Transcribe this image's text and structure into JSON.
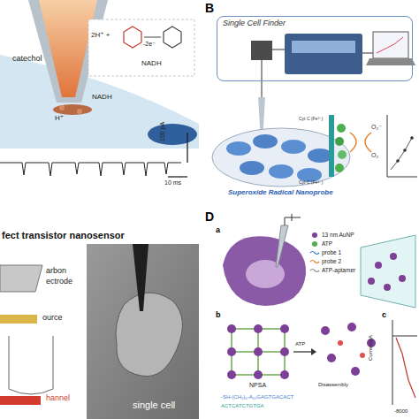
{
  "diagram": {
    "nodes": [
      {
        "text": [
          "Single Cell Finder"
        ]
      }
    ],
    "labels": [
      "catechol",
      "2H⁺ +",
      "-2e⁻",
      "NADH",
      "H⁺",
      "NADH",
      "100 pA",
      "10 ms",
      "B",
      "Superoxide Radical Nanoprobe",
      "Cyt C (Fe³⁺)",
      "Cyt C (Fe²⁺)",
      "O₂⁻",
      "O₂",
      "fect transistor nanosensor",
      "arbon",
      "ectrode",
      "ource",
      "hannel",
      "single cell",
      "D",
      "a",
      "b",
      "NPSA",
      "ATP",
      "Disassembly",
      "c",
      "Current/pA",
      "-8000",
      "-SH-(CH₂)₆-A₁₀GAGTGACACT",
      "ACTCATCTGTGA"
    ],
    "legend": [
      {
        "text": "13 nm AuNP"
      },
      {
        "text": "ATP"
      },
      {
        "text": "probe 1"
      },
      {
        "text": "probe 2"
      },
      {
        "text": "ATP-aptamer"
      }
    ]
  }
}
